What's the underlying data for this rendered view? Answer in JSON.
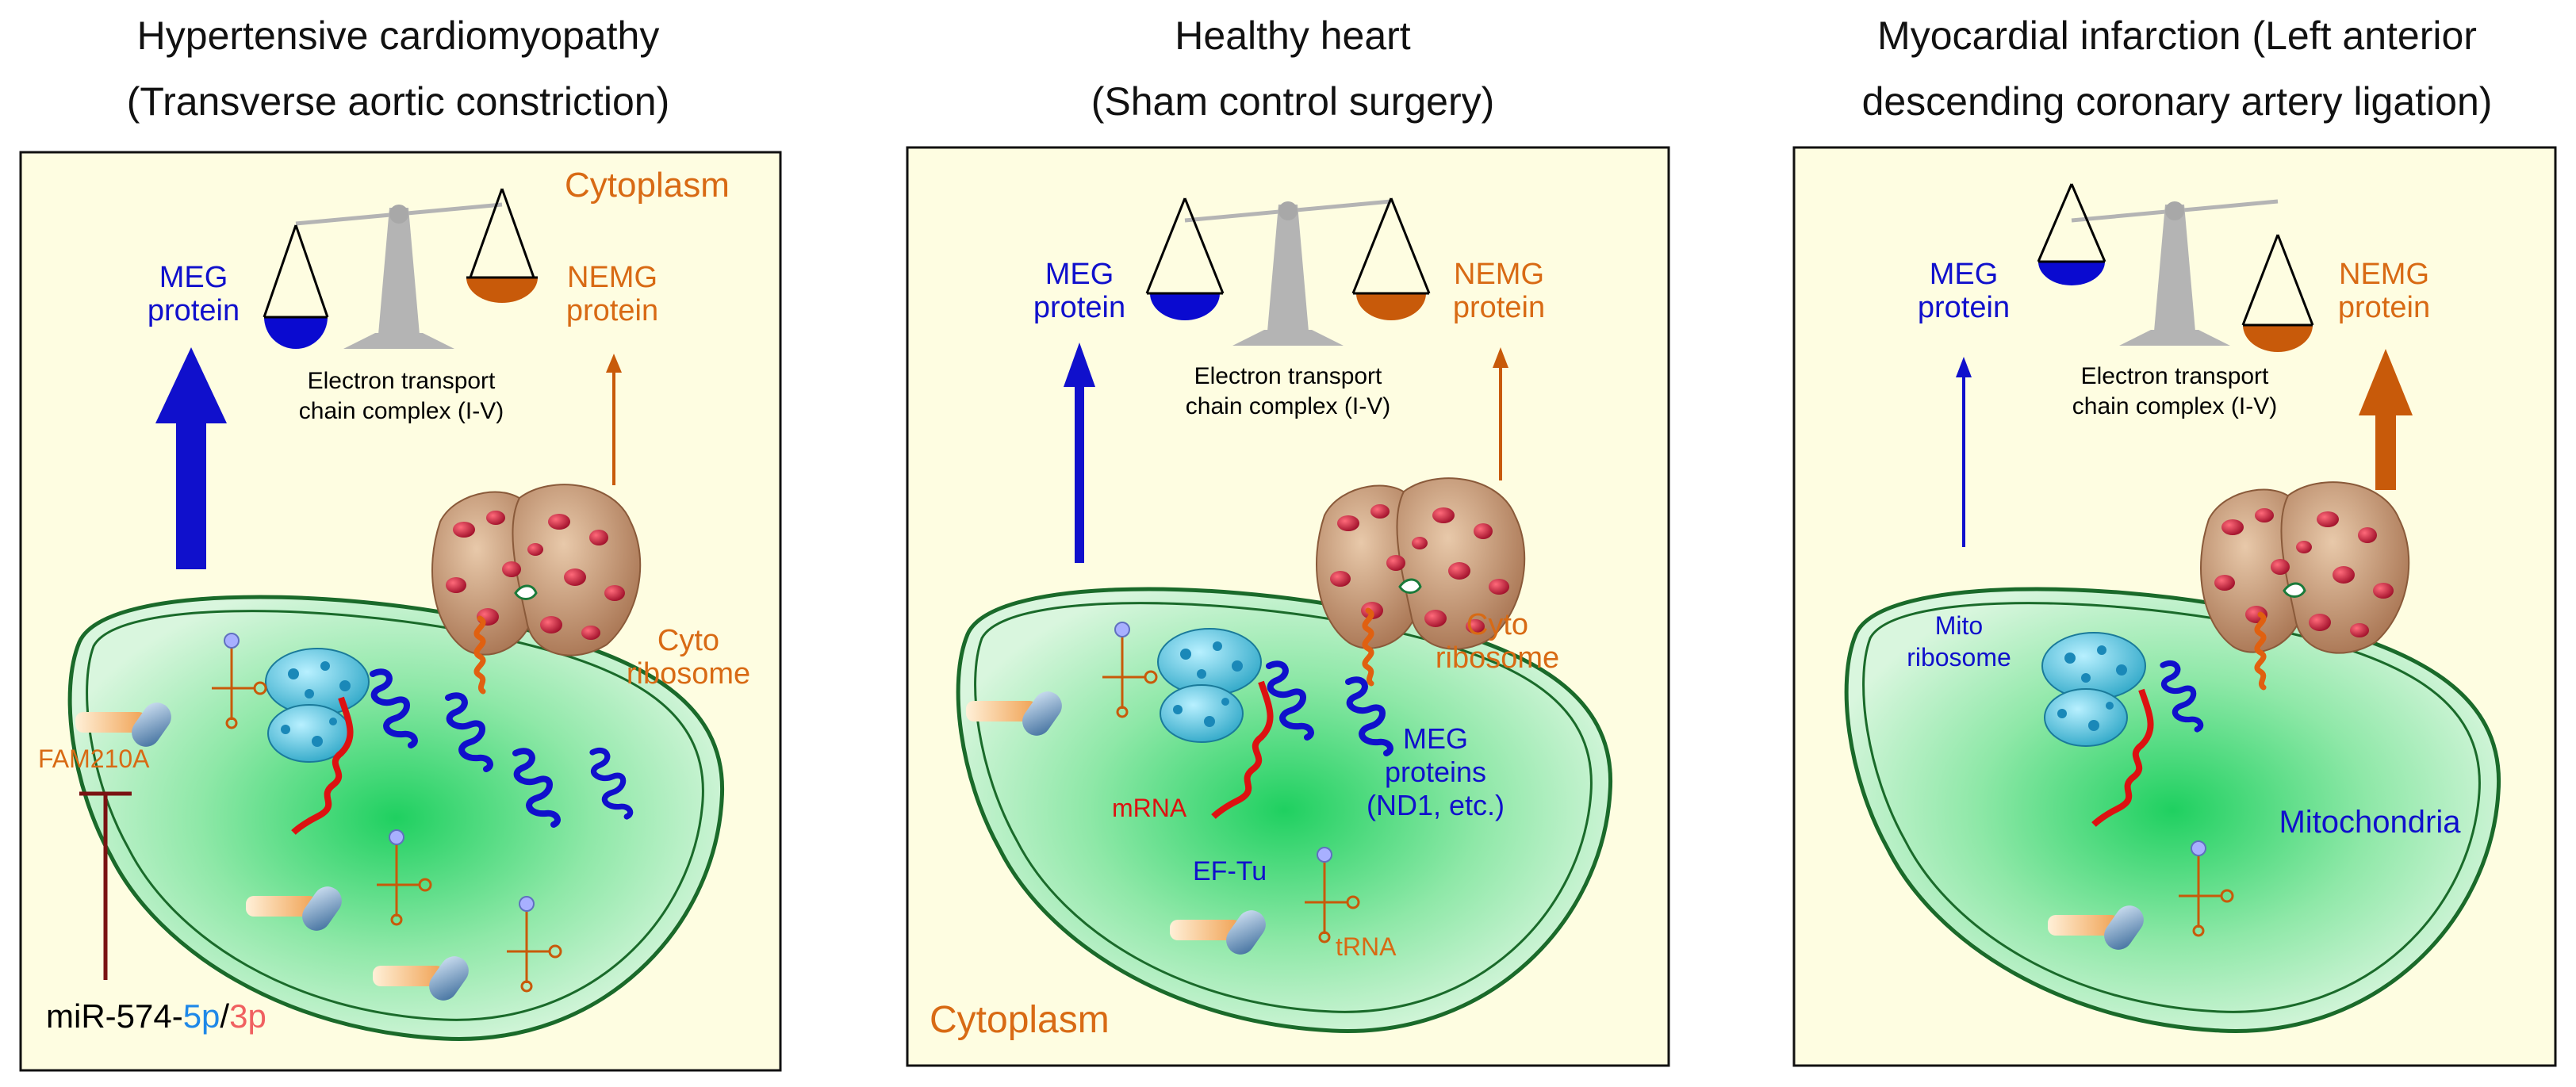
{
  "panels": [
    {
      "title_line1": "Hypertensive cardiomyopathy",
      "title_line2": "(Transverse aortic constriction)",
      "cytoplasm": "Cytoplasm",
      "meg_line1": "MEG",
      "meg_line2": "protein",
      "nemg_line1": "NEMG",
      "nemg_line2": "protein",
      "etc_line1": "Electron transport",
      "etc_line2": "chain complex (I-V)",
      "cyto_line1": "Cyto",
      "cyto_line2": "ribosome",
      "fam": "FAM210A",
      "mir_prefix": "miR-574-",
      "mir_5p": "5p",
      "mir_slash": "/",
      "mir_3p": "3p"
    },
    {
      "title_line1": "Healthy heart",
      "title_line2": "(Sham control surgery)",
      "cytoplasm": "Cytoplasm",
      "meg_line1": "MEG",
      "meg_line2": "protein",
      "nemg_line1": "NEMG",
      "nemg_line2": "protein",
      "etc_line1": "Electron transport",
      "etc_line2": "chain complex (I-V)",
      "cyto_line1": "Cyto",
      "cyto_line2": "ribosome",
      "megp_line1": "MEG",
      "megp_line2": "proteins",
      "megp_line3": "(ND1, etc.)",
      "mrna": "mRNA",
      "eftu": "EF-Tu",
      "trna": "tRNA"
    },
    {
      "title_line1": "Myocardial infarction (Left anterior",
      "title_line2": "descending coronary artery ligation)",
      "meg_line1": "MEG",
      "meg_line2": "protein",
      "nemg_line1": "NEMG",
      "nemg_line2": "protein",
      "etc_line1": "Electron transport",
      "etc_line2": "chain complex (I-V)",
      "mito_line1": "Mito",
      "mito_line2": "ribosome",
      "mitochondria": "Mitochondria"
    }
  ],
  "colors": {
    "panel_bg": "#fefde1",
    "meg_blue": "#1010cc",
    "nemg_orange": "#c85a0a",
    "label_orange": "#d86a14",
    "mito_green": "#3bd86a",
    "mrna_red": "#dd1111",
    "balance_gray": "#b4b4b4",
    "ribosome_tan": "#b88a66"
  },
  "icons": [
    "balance-scale-icon",
    "mitochondrion-icon",
    "cyto-ribosome-icon",
    "mito-ribosome-icon",
    "trna-icon",
    "ef-tu-icon",
    "inhibition-bar-icon"
  ]
}
